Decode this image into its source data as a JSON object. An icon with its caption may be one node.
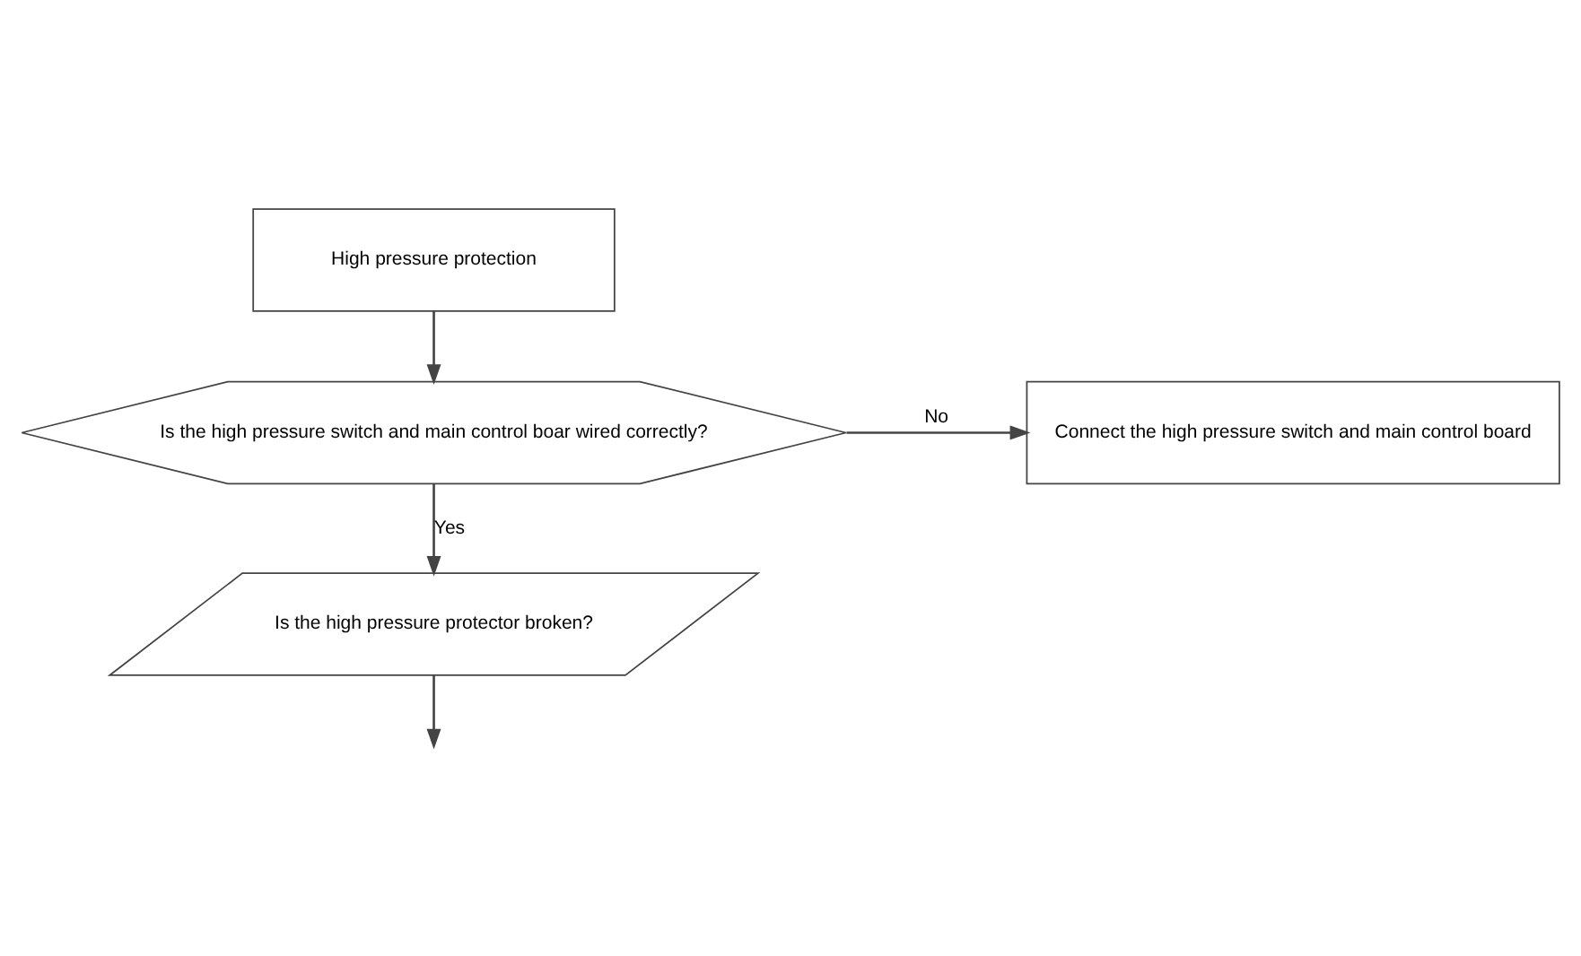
{
  "diagram": {
    "nodes": [
      {
        "text": [
          "High pressure protection"
        ]
      },
      {
        "text": [
          "Is the high pressure switch and main control boar wired correctly?"
        ]
      },
      {
        "text": [
          "Connect the high pressure switch and main control board"
        ]
      },
      {
        "text": [
          "Is the high pressure protector broken?"
        ]
      }
    ],
    "edges": [
      {
        "from": 0,
        "to": 1,
        "arrow": "to"
      },
      {
        "from": 1,
        "to": 2,
        "arrow": "to",
        "label": "No"
      },
      {
        "from": 1,
        "to": 3,
        "arrow": "to",
        "label": "Yes"
      },
      {
        "from": 3,
        "to": null,
        "arrow": "to"
      }
    ]
  }
}
